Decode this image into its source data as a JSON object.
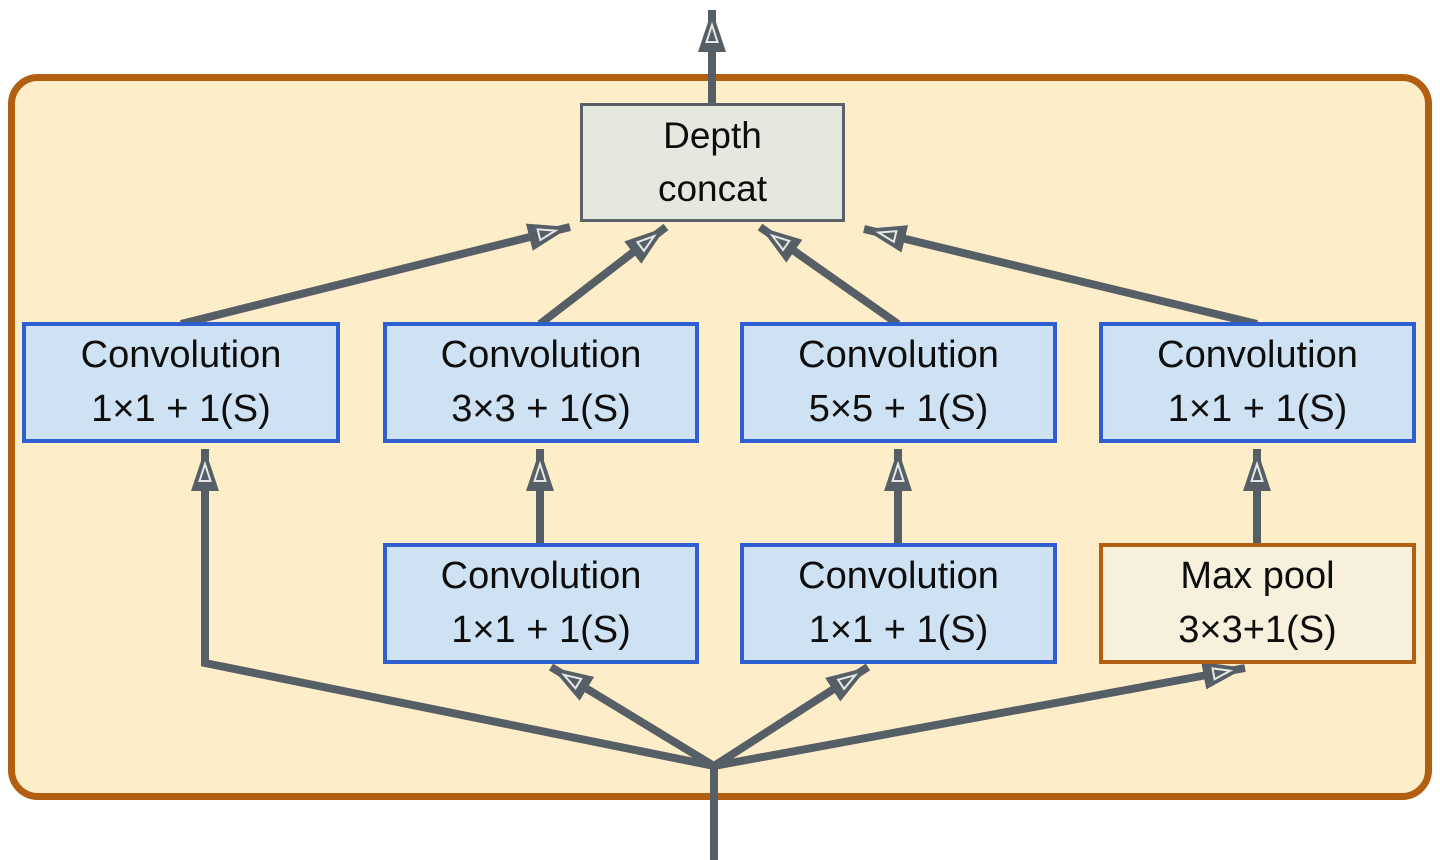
{
  "nodes": {
    "concat": {
      "line1": "Depth",
      "line2": "concat"
    },
    "conv_b1": {
      "line1": "Convolution",
      "line2": "1×1 + 1(S)"
    },
    "conv_b2": {
      "line1": "Convolution",
      "line2": "3×3 + 1(S)"
    },
    "conv_b3": {
      "line1": "Convolution",
      "line2": "5×5 + 1(S)"
    },
    "conv_b4": {
      "line1": "Convolution",
      "line2": "1×1 + 1(S)"
    },
    "conv_b2a": {
      "line1": "Convolution",
      "line2": "1×1 + 1(S)"
    },
    "conv_b3a": {
      "line1": "Convolution",
      "line2": "1×1 + 1(S)"
    },
    "maxpool": {
      "line1": "Max pool",
      "line2": "3×3+1(S)"
    }
  },
  "colors": {
    "canvas_bg": "#ffffff",
    "container_fill": "#fdeec9",
    "container_border": "#b35f12",
    "conv_fill": "#cfe2f3",
    "conv_border": "#2e5fd0",
    "pool_fill": "#f6f0dd",
    "pool_border": "#b35f12",
    "concat_fill": "#e4e8de",
    "concat_border": "#5a6268",
    "arrow": "#565f66",
    "text": "#0d0d0d"
  }
}
